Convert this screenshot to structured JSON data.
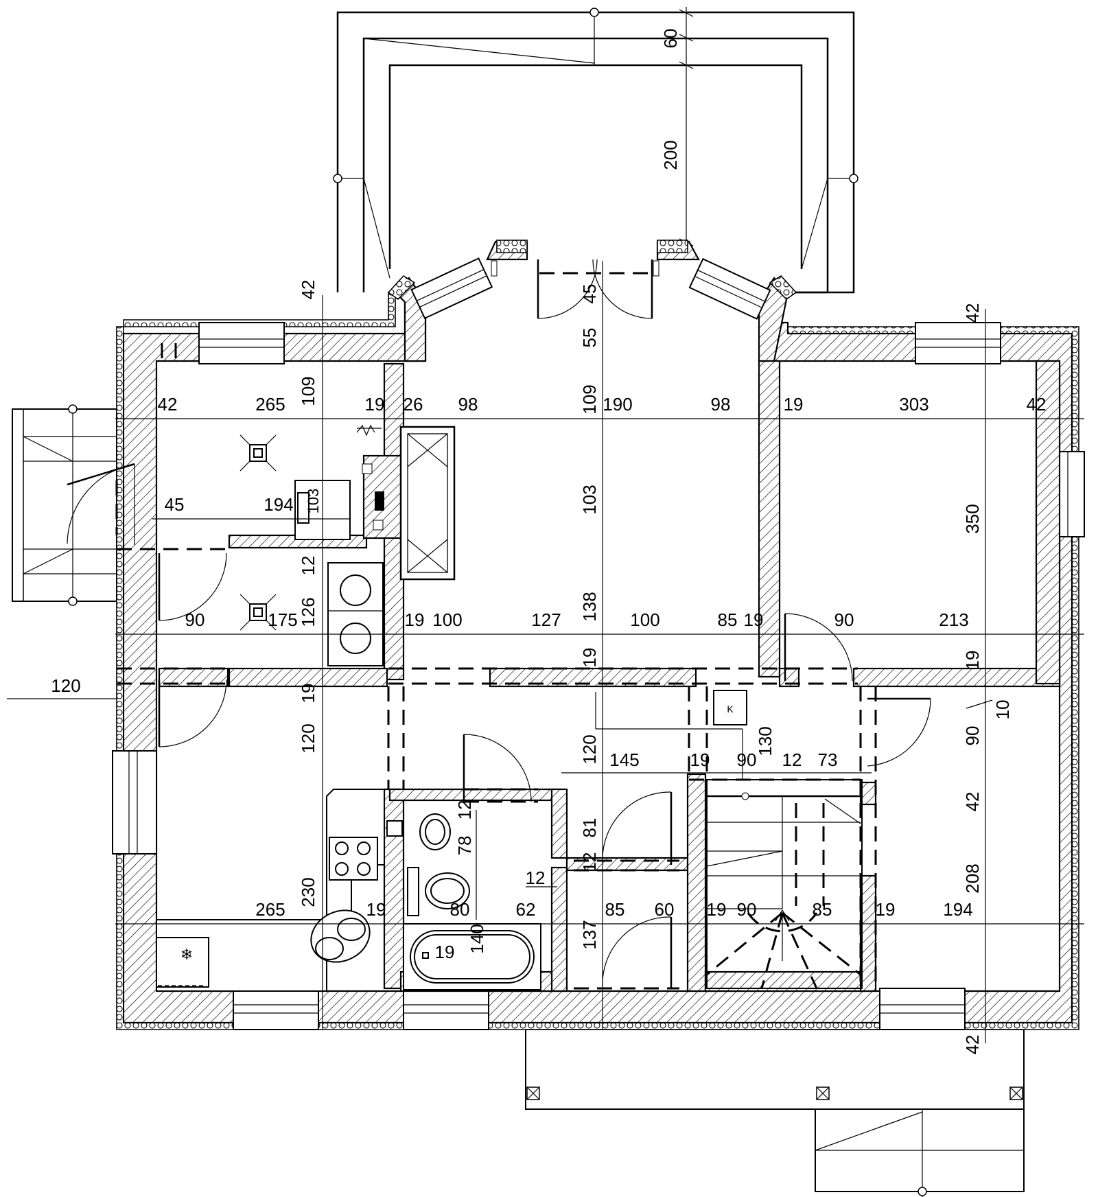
{
  "plan": {
    "dimensions_horizontal": [
      {
        "id": "h42a",
        "text": "42"
      },
      {
        "id": "h265a",
        "text": "265"
      },
      {
        "id": "h19a",
        "text": "19"
      },
      {
        "id": "h26",
        "text": "26"
      },
      {
        "id": "h98a",
        "text": "98"
      },
      {
        "id": "h190",
        "text": "190"
      },
      {
        "id": "h98b",
        "text": "98"
      },
      {
        "id": "h19b",
        "text": "19"
      },
      {
        "id": "h303",
        "text": "303"
      },
      {
        "id": "h42b",
        "text": "42"
      },
      {
        "id": "h45",
        "text": "45"
      },
      {
        "id": "h194a",
        "text": "194"
      },
      {
        "id": "h90a",
        "text": "90"
      },
      {
        "id": "h175",
        "text": "175"
      },
      {
        "id": "h19c",
        "text": "19"
      },
      {
        "id": "h100a",
        "text": "100"
      },
      {
        "id": "h127",
        "text": "127"
      },
      {
        "id": "h100b",
        "text": "100"
      },
      {
        "id": "h85a",
        "text": "85"
      },
      {
        "id": "h19d",
        "text": "19"
      },
      {
        "id": "h90b",
        "text": "90"
      },
      {
        "id": "h213",
        "text": "213"
      },
      {
        "id": "h120",
        "text": "120"
      },
      {
        "id": "h145",
        "text": "145"
      },
      {
        "id": "h19e",
        "text": "19"
      },
      {
        "id": "h90c",
        "text": "90"
      },
      {
        "id": "h12a",
        "text": "12"
      },
      {
        "id": "h73",
        "text": "73"
      },
      {
        "id": "h265b",
        "text": "265"
      },
      {
        "id": "h19f",
        "text": "19"
      },
      {
        "id": "h80",
        "text": "80"
      },
      {
        "id": "h62",
        "text": "62"
      },
      {
        "id": "h12b",
        "text": "12"
      },
      {
        "id": "h85b",
        "text": "85"
      },
      {
        "id": "h60",
        "text": "60"
      },
      {
        "id": "h19g",
        "text": "19"
      },
      {
        "id": "h90d",
        "text": "90"
      },
      {
        "id": "h85c",
        "text": "85"
      },
      {
        "id": "h19h",
        "text": "19"
      },
      {
        "id": "h194b",
        "text": "194"
      },
      {
        "id": "h19i",
        "text": "19"
      }
    ],
    "dimensions_vertical": [
      {
        "id": "v60",
        "text": "60"
      },
      {
        "id": "v200",
        "text": "200"
      },
      {
        "id": "v42a",
        "text": "42"
      },
      {
        "id": "v45",
        "text": "45"
      },
      {
        "id": "v55",
        "text": "55"
      },
      {
        "id": "v109a",
        "text": "109"
      },
      {
        "id": "v109b",
        "text": "109"
      },
      {
        "id": "v103a",
        "text": "103"
      },
      {
        "id": "v103b",
        "text": "103"
      },
      {
        "id": "v12a",
        "text": "12"
      },
      {
        "id": "v126",
        "text": "126"
      },
      {
        "id": "v138",
        "text": "138"
      },
      {
        "id": "v19a",
        "text": "19"
      },
      {
        "id": "v19b",
        "text": "19"
      },
      {
        "id": "v120a",
        "text": "120"
      },
      {
        "id": "v120b",
        "text": "120"
      },
      {
        "id": "v130",
        "text": "130"
      },
      {
        "id": "v12b",
        "text": "12"
      },
      {
        "id": "v78",
        "text": "78"
      },
      {
        "id": "v12c",
        "text": "12"
      },
      {
        "id": "v81",
        "text": "81"
      },
      {
        "id": "v230",
        "text": "230"
      },
      {
        "id": "v140",
        "text": "140"
      },
      {
        "id": "v137",
        "text": "137"
      },
      {
        "id": "v42b",
        "text": "42"
      },
      {
        "id": "v350",
        "text": "350"
      },
      {
        "id": "v19c",
        "text": "19"
      },
      {
        "id": "v10",
        "text": "10"
      },
      {
        "id": "v90",
        "text": "90"
      },
      {
        "id": "v42c",
        "text": "42"
      },
      {
        "id": "v208",
        "text": "208"
      },
      {
        "id": "v42d",
        "text": "42"
      }
    ],
    "kitchen_fridge_mark": "K",
    "freezer_symbol": "❄"
  }
}
